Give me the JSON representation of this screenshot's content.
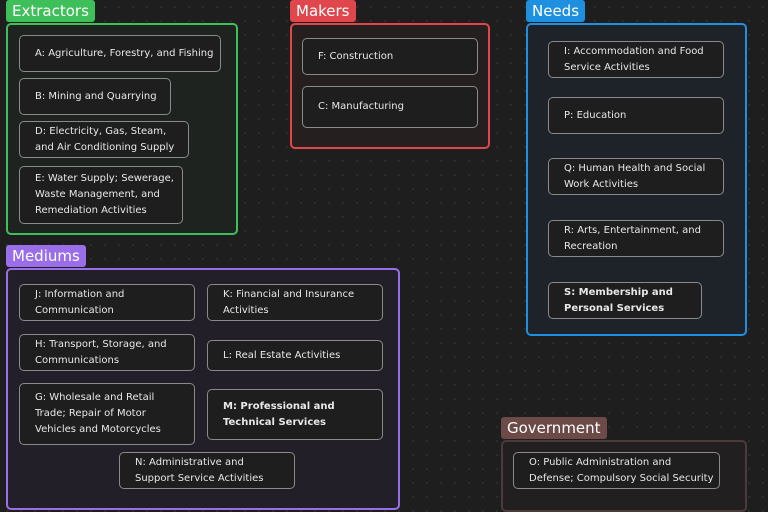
{
  "groups": {
    "extractors": {
      "label": "Extractors",
      "color": "#3fbf5a"
    },
    "makers": {
      "label": "Makers",
      "color": "#e0474c"
    },
    "needs": {
      "label": "Needs",
      "color": "#1f8fe0"
    },
    "mediums": {
      "label": "Mediums",
      "color": "#9a6ee8"
    },
    "government": {
      "label": "Government",
      "color": "#6b4a47"
    }
  },
  "cards": {
    "a": "A: Agriculture, Forestry, and Fishing",
    "b": "B: Mining and Quarrying",
    "d": "D: Electricity, Gas, Steam,\nand Air Conditioning Supply",
    "e": "E: Water Supply; Sewerage,\nWaste Management, and\nRemediation Activities",
    "f": "F: Construction",
    "c": "C: Manufacturing",
    "i": "I: Accommodation and Food\nService Activities",
    "p": "P: Education",
    "q": "Q: Human Health and Social\nWork Activities",
    "r": "R: Arts, Entertainment, and\nRecreation",
    "s": "S: Membership and\nPersonal Services",
    "j": "J: Information and\nCommunication",
    "k": "K: Financial and Insurance\nActivities",
    "h": "H: Transport, Storage, and\nCommunications",
    "l": "L: Real Estate Activities",
    "g": "G: Wholesale and Retail\nTrade; Repair of Motor\nVehicles and Motorcycles",
    "m": "M: Professional and\nTechnical Services",
    "n": "N: Administrative and\nSupport Service Activities",
    "o": "O: Public Administration and\nDefense; Compulsory Social Security"
  }
}
